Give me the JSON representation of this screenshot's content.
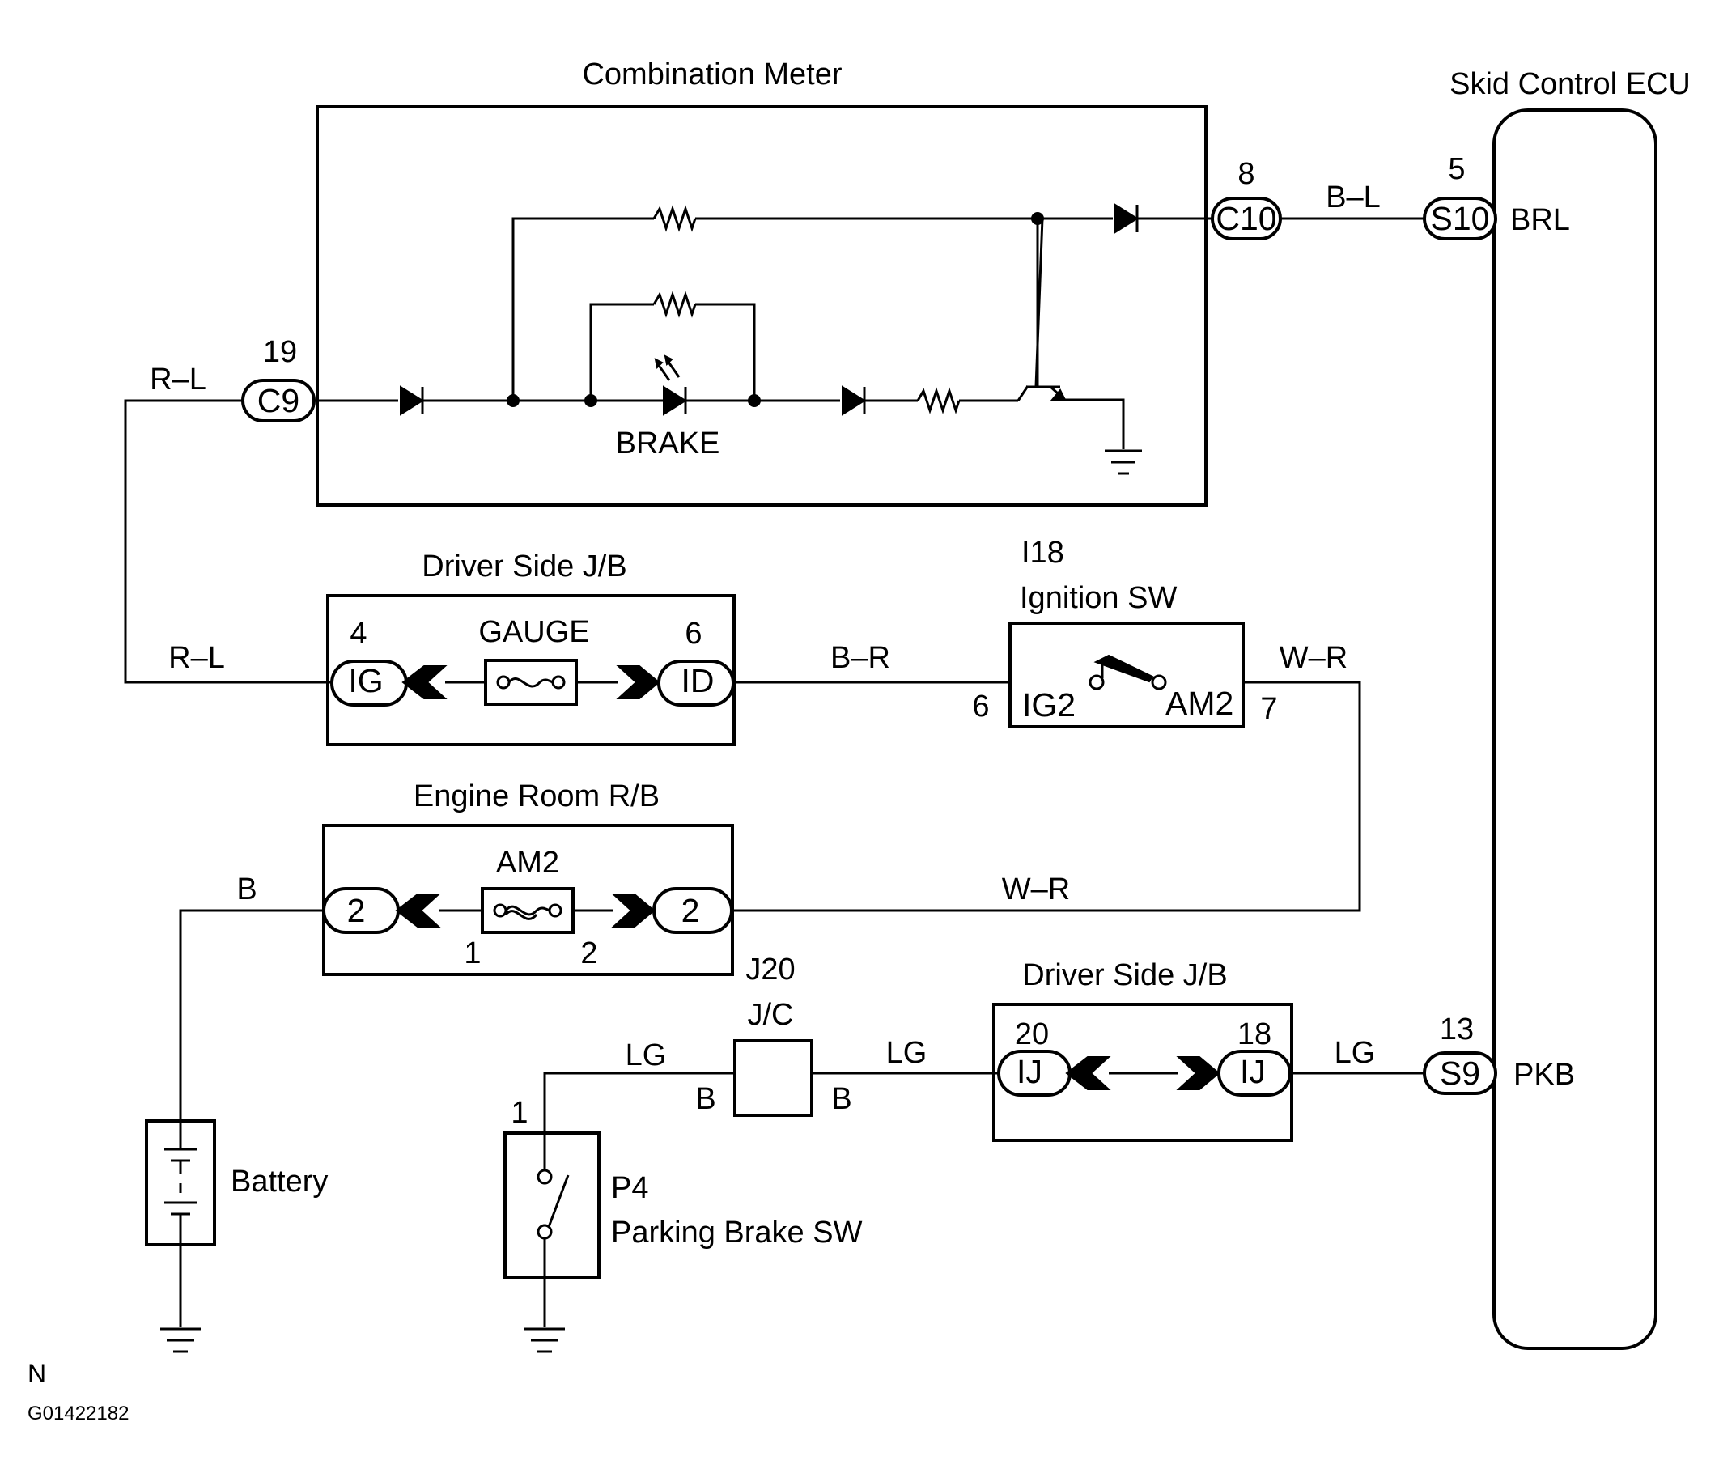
{
  "combination_meter": {
    "title": "Combination Meter",
    "lamp_label": "BRAKE",
    "c9": {
      "connector": "C9",
      "pin": "19",
      "wire": "R–L"
    },
    "c10": {
      "connector": "C10",
      "pin": "8",
      "wire": "B–L"
    }
  },
  "skid_ecu": {
    "title": "Skid Control ECU",
    "brl": {
      "connector": "S10",
      "pin": "5",
      "terminal": "BRL"
    },
    "pkb": {
      "connector": "S9",
      "pin": "13",
      "terminal": "PKB"
    }
  },
  "driver_jb_top": {
    "title": "Driver Side J/B",
    "fuse": "GAUGE",
    "left": {
      "connector": "IG",
      "pin": "4",
      "wire": "R–L"
    },
    "right": {
      "connector": "ID",
      "pin": "6",
      "wire": "B–R"
    }
  },
  "left_wire_label": "R–L",
  "ignition_sw": {
    "code": "I18",
    "title": "Ignition SW",
    "ig2": "IG2",
    "am2": "AM2",
    "pin_left": "6",
    "pin_right": "7",
    "wire_right": "W–R"
  },
  "engine_rb": {
    "title": "Engine Room R/B",
    "fuse": "AM2",
    "left": {
      "connector": "2",
      "wire": "B"
    },
    "right": {
      "connector": "2",
      "wire": "W–R"
    },
    "fuse_pin_left": "1",
    "fuse_pin_right": "2"
  },
  "jc": {
    "code": "J20",
    "title": "J/C",
    "pin_left": "B",
    "pin_right": "B",
    "wire_left": "LG",
    "wire_right": "LG"
  },
  "driver_jb_bottom": {
    "title": "Driver Side J/B",
    "left": {
      "connector": "IJ",
      "pin": "20"
    },
    "right": {
      "connector": "IJ",
      "pin": "18",
      "wire": "LG"
    }
  },
  "battery": {
    "label": "Battery"
  },
  "parking_brake_sw": {
    "code": "P4",
    "title": "Parking Brake SW",
    "pin": "1"
  },
  "footer": {
    "letter": "N",
    "code": "G01422182"
  }
}
